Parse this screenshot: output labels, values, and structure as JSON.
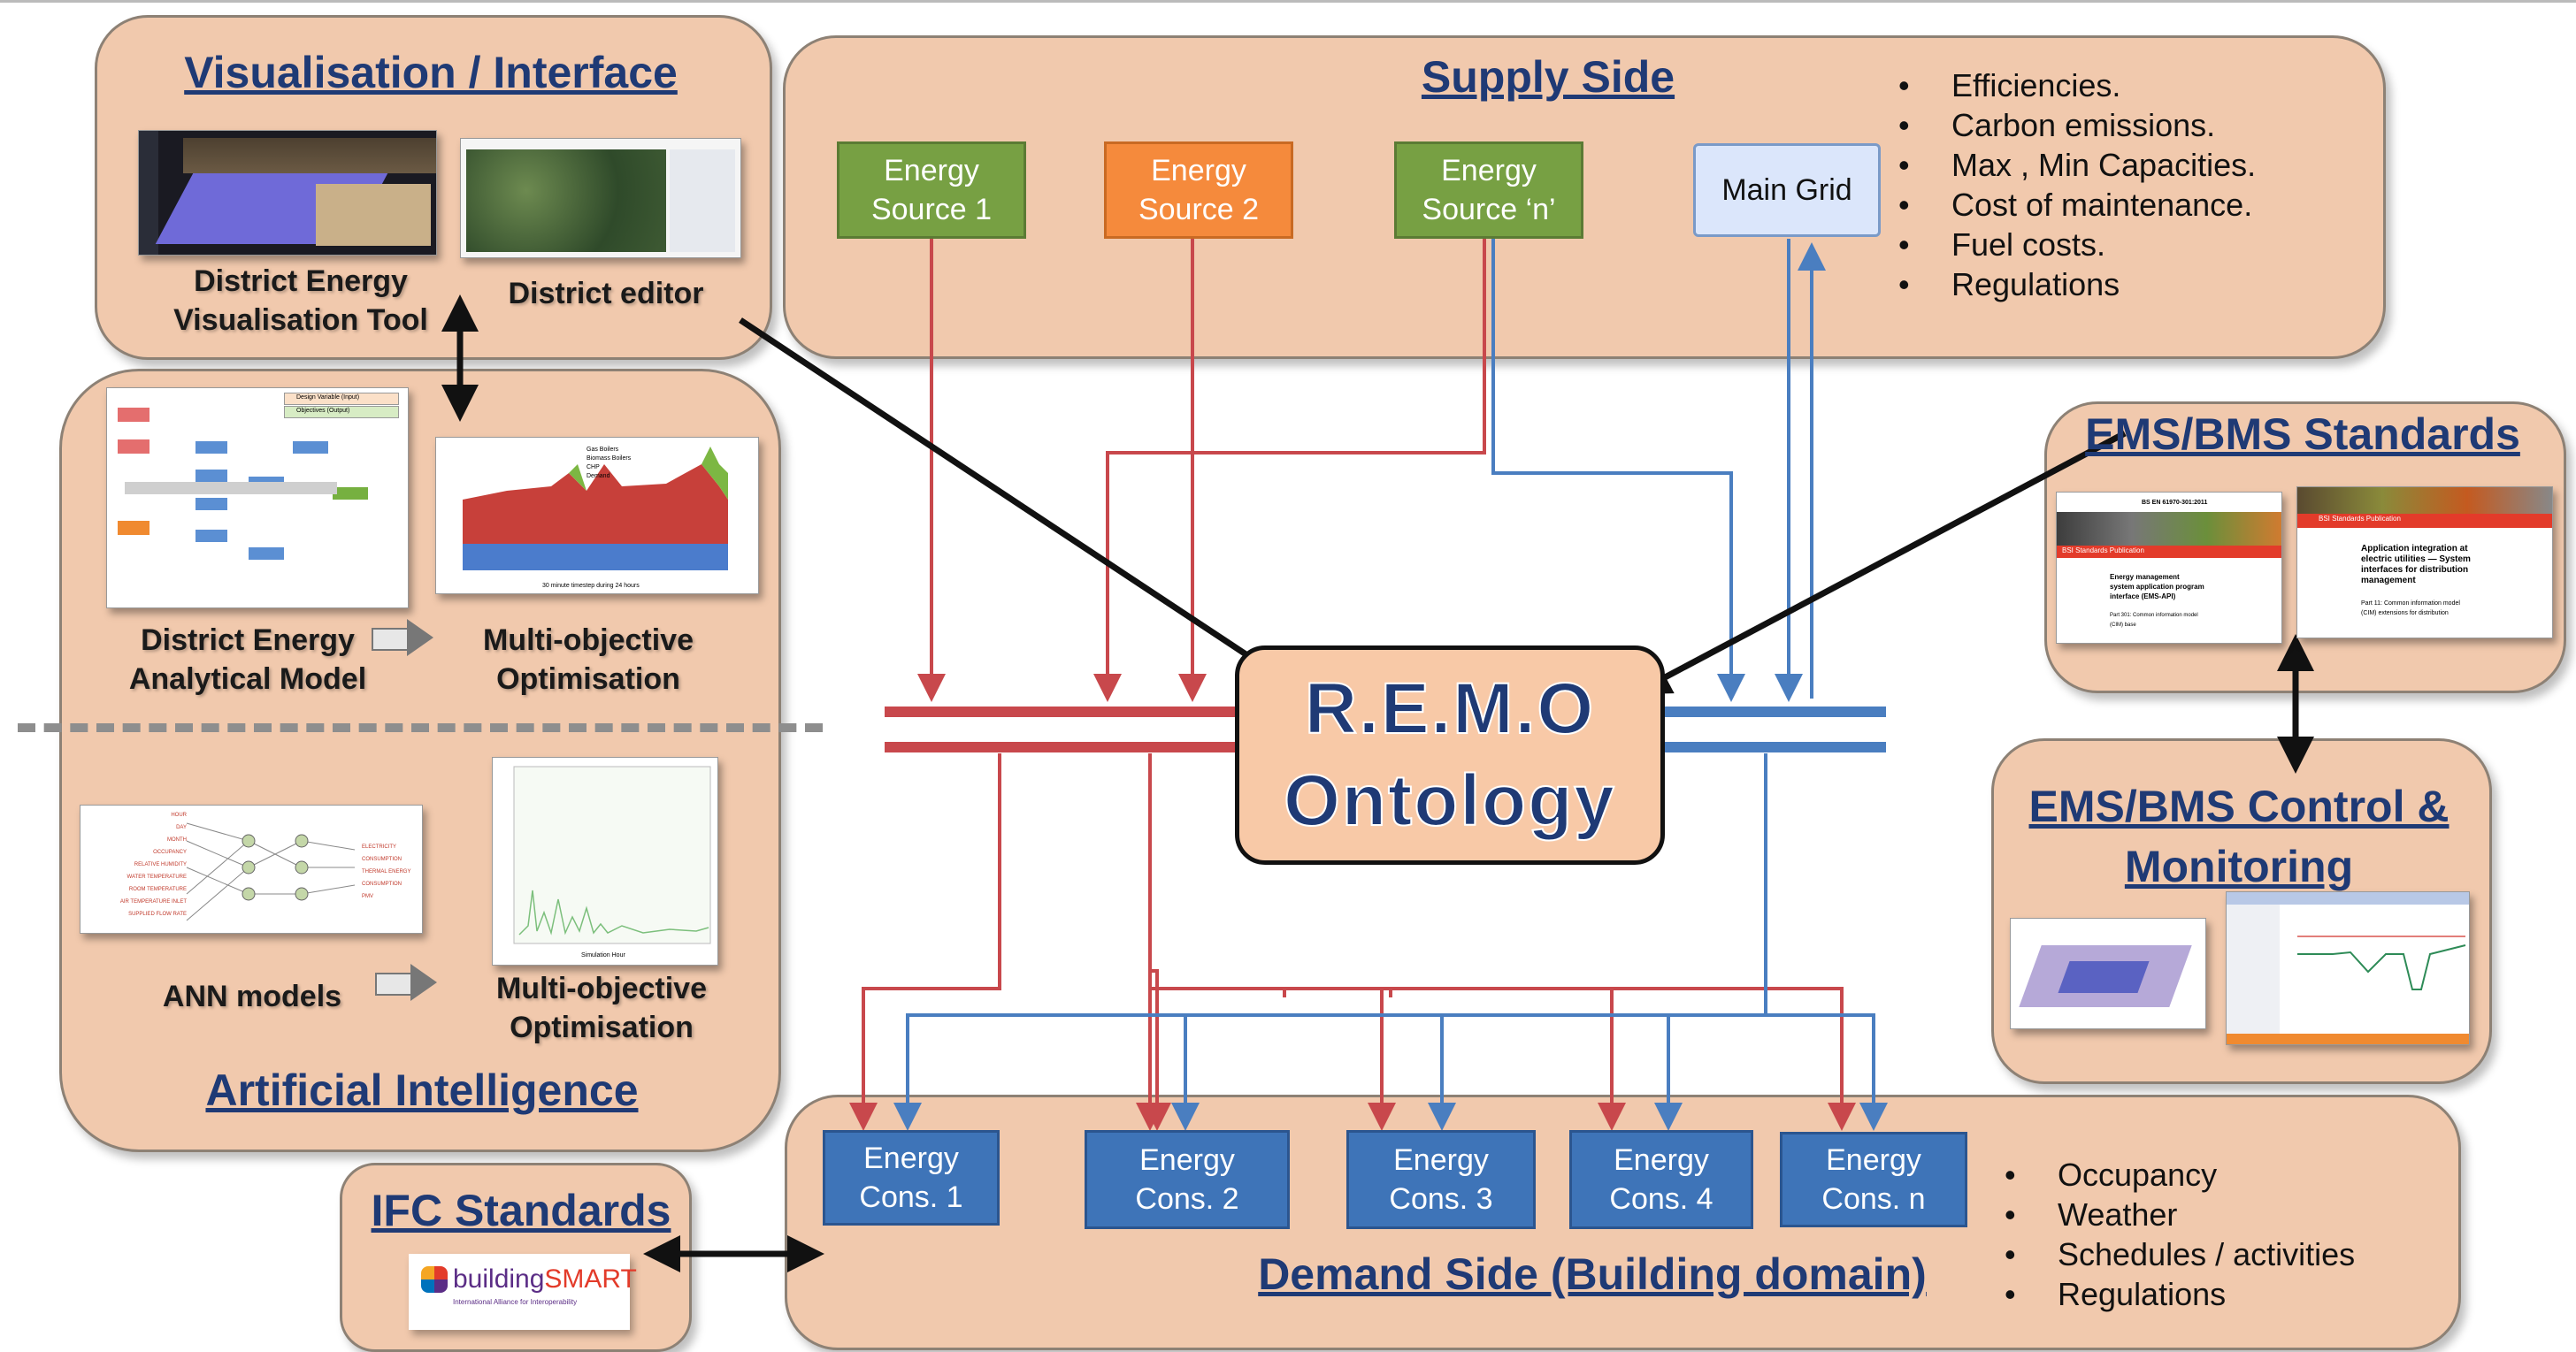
{
  "colors": {
    "panel": "#f1c9ad",
    "title": "#1f3a75",
    "supply_red": "#c8484c",
    "supply_blue": "#4a7ec0",
    "source_green": "#77a043",
    "source_orange": "#f58a3c",
    "consumer_blue": "#3e74b8"
  },
  "visualisation": {
    "title": "Visualisation / Interface",
    "tool_label": "District Energy\nVisualisation Tool",
    "editor_label": "District editor"
  },
  "analytical": {
    "model_label": "District Energy\nAnalytical Model",
    "optim_label": "Multi-objective\nOptimisation",
    "ann_label": "ANN models",
    "optim2_label": "Multi-objective\nOptimisation",
    "ai_title": "Artificial Intelligence"
  },
  "supply": {
    "title": "Supply Side",
    "sources": [
      {
        "label": "Energy\nSource 1",
        "color": "green"
      },
      {
        "label": "Energy\nSource 2",
        "color": "orange"
      },
      {
        "label": "Energy\nSource ‘n’",
        "color": "green"
      }
    ],
    "grid_label": "Main Grid",
    "bullets": [
      "Efficiencies.",
      "Carbon emissions.",
      "Max , Min Capacities.",
      "Cost of  maintenance.",
      "Fuel costs.",
      "Regulations"
    ]
  },
  "ontology": {
    "line1": "R.E.M.O",
    "line2": "Ontology"
  },
  "ems_standards": {
    "title": "EMS/BMS Standards",
    "doc1": {
      "code": "BS EN 61970-301:2011",
      "publisher": "BSI Standards Publication",
      "title": "Energy management\nsystem application program\ninterface (EMS-API)",
      "part": "Part 301: Common information model\n(CIM) base"
    },
    "doc2": {
      "publisher": "BSI Standards Publication",
      "title": "Application integration at\nelectric utilities — System\ninterfaces for distribution\nmanagement",
      "part": "Part 11: Common information model\n(CIM) extensions for distribution"
    }
  },
  "ems_control": {
    "title": "EMS/BMS Control &\nMonitoring"
  },
  "ifc": {
    "title": "IFC Standards",
    "logo_text": "building",
    "logo_text_accent": "SMART",
    "logo_sub": "International Alliance for Interoperability"
  },
  "demand": {
    "title": "Demand Side (Building domain)",
    "consumers": [
      "Energy\nCons. 1",
      "Energy\nCons. 2",
      "Energy\nCons. 3",
      "Energy\nCons. 4",
      "Energy\nCons. n"
    ],
    "bullets": [
      "Occupancy",
      "Weather",
      "Schedules / activities",
      "Regulations"
    ]
  },
  "thumbnails": {
    "model_legend": [
      "Design Variable (Input)",
      "Objectives (Output)"
    ],
    "optim_legend": [
      "Gas Boilers",
      "Biomass Boilers",
      "CHP",
      "Demand"
    ],
    "optim_xlabel": "30 minute timestep during 24 hours",
    "ann_inputs": [
      "HOUR",
      "DAY",
      "MONTH",
      "OCCUPANCY",
      "RELATIVE HUMIDITY",
      "WATER TEMPERATURE",
      "ROOM TEMPERATURE",
      "AIR TEMPERATURE INLET",
      "SUPPLIED FLOW RATE"
    ],
    "ann_outputs": [
      "ELECTRICITY CONSUMPTION",
      "THERMAL ENERGY CONSUMPTION",
      "PMV"
    ],
    "ann_chart_xlabel": "Simulation Hour"
  }
}
